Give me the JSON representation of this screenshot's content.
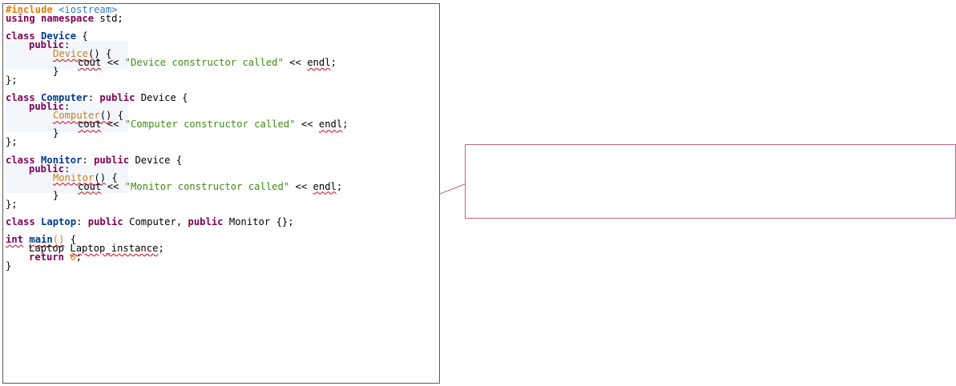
{
  "code": {
    "lines": [
      [
        {
          "t": "#include",
          "c": "pp"
        },
        {
          "t": " "
        },
        {
          "t": "<iostream>",
          "c": "inc"
        }
      ],
      [
        {
          "t": "using",
          "c": "kw"
        },
        {
          "t": " "
        },
        {
          "t": "namespace",
          "c": "kw"
        },
        {
          "t": " std;"
        }
      ],
      [],
      [
        {
          "t": "class",
          "c": "kw"
        },
        {
          "t": " "
        },
        {
          "t": "Device",
          "c": "cls"
        },
        {
          "t": " {"
        }
      ],
      [
        {
          "t": "public",
          "c": "kw"
        },
        {
          "t": ":"
        }
      ],
      [
        {
          "t": "Device",
          "c": "fn sq"
        },
        {
          "t": "()",
          "c": "sq"
        },
        {
          "t": " {"
        }
      ],
      [
        {
          "t": "cout",
          "c": "sq"
        },
        {
          "t": " << "
        },
        {
          "t": "\"Device constructor called\"",
          "c": "str"
        },
        {
          "t": " << "
        },
        {
          "t": "endl",
          "c": "sq"
        },
        {
          "t": ";"
        }
      ],
      [
        {
          "t": "}"
        }
      ],
      [
        {
          "t": "};"
        }
      ],
      [],
      [
        {
          "t": "class",
          "c": "kw"
        },
        {
          "t": " "
        },
        {
          "t": "Computer",
          "c": "cls"
        },
        {
          "t": ": "
        },
        {
          "t": "public",
          "c": "kw"
        },
        {
          "t": " Device {"
        }
      ],
      [
        {
          "t": "public",
          "c": "kw"
        },
        {
          "t": ":"
        }
      ],
      [
        {
          "t": "Computer",
          "c": "fn sq"
        },
        {
          "t": "()",
          "c": "sq"
        },
        {
          "t": " {"
        }
      ],
      [
        {
          "t": "cout",
          "c": "sq"
        },
        {
          "t": " << "
        },
        {
          "t": "\"Computer constructor called\"",
          "c": "str"
        },
        {
          "t": " << "
        },
        {
          "t": "endl",
          "c": "sq"
        },
        {
          "t": ";"
        }
      ],
      [
        {
          "t": "}"
        }
      ],
      [
        {
          "t": "};"
        }
      ],
      [],
      [
        {
          "t": "class",
          "c": "kw"
        },
        {
          "t": " "
        },
        {
          "t": "Monitor",
          "c": "cls"
        },
        {
          "t": ": "
        },
        {
          "t": "public",
          "c": "kw"
        },
        {
          "t": " Device {"
        }
      ],
      [
        {
          "t": "public",
          "c": "kw"
        },
        {
          "t": ":"
        }
      ],
      [
        {
          "t": "Monitor",
          "c": "fn sq"
        },
        {
          "t": "()",
          "c": "sq"
        },
        {
          "t": " {"
        }
      ],
      [
        {
          "t": "cout",
          "c": "sq"
        },
        {
          "t": " << "
        },
        {
          "t": "\"Monitor constructor called\"",
          "c": "str"
        },
        {
          "t": " << "
        },
        {
          "t": "endl",
          "c": "sq"
        },
        {
          "t": ";"
        }
      ],
      [
        {
          "t": "}"
        }
      ],
      [
        {
          "t": "};"
        }
      ],
      [],
      [
        {
          "t": "class",
          "c": "kw"
        },
        {
          "t": " "
        },
        {
          "t": "Laptop",
          "c": "cls"
        },
        {
          "t": ": "
        },
        {
          "t": "public",
          "c": "kw"
        },
        {
          "t": " Computer, "
        },
        {
          "t": "public",
          "c": "kw"
        },
        {
          "t": " Monitor {};"
        }
      ],
      [],
      [
        {
          "t": "int",
          "c": "kw sq"
        },
        {
          "t": " "
        },
        {
          "t": "main",
          "c": "cls sq"
        },
        {
          "t": "()",
          "c": "num sq"
        },
        {
          "t": " {"
        }
      ],
      [
        {
          "t": "Laptop "
        },
        {
          "t": "Laptop_instance",
          "c": "sq"
        },
        {
          "t": ";"
        }
      ],
      [
        {
          "t": "return",
          "c": "kw"
        },
        {
          "t": " "
        },
        {
          "t": "0",
          "c": "num"
        },
        {
          "t": ";"
        }
      ],
      [
        {
          "t": "}"
        }
      ]
    ],
    "indents": [
      0,
      0,
      0,
      0,
      1,
      2,
      3,
      2,
      0,
      0,
      0,
      1,
      2,
      3,
      2,
      0,
      0,
      0,
      1,
      2,
      3,
      2,
      0,
      0,
      0,
      0,
      0,
      1,
      1,
      0
    ]
  },
  "colors": {
    "keyword": "#7f0055",
    "preprocessor": "#e47e07",
    "include": "#2a7fc0",
    "class_name": "#003a8c",
    "function_name": "#c9801c",
    "string": "#3b8c12",
    "number": "#e47e07",
    "squiggle": "#d0021b",
    "comment_border": "#c8658a",
    "frame_border": "#5a5a5a"
  }
}
